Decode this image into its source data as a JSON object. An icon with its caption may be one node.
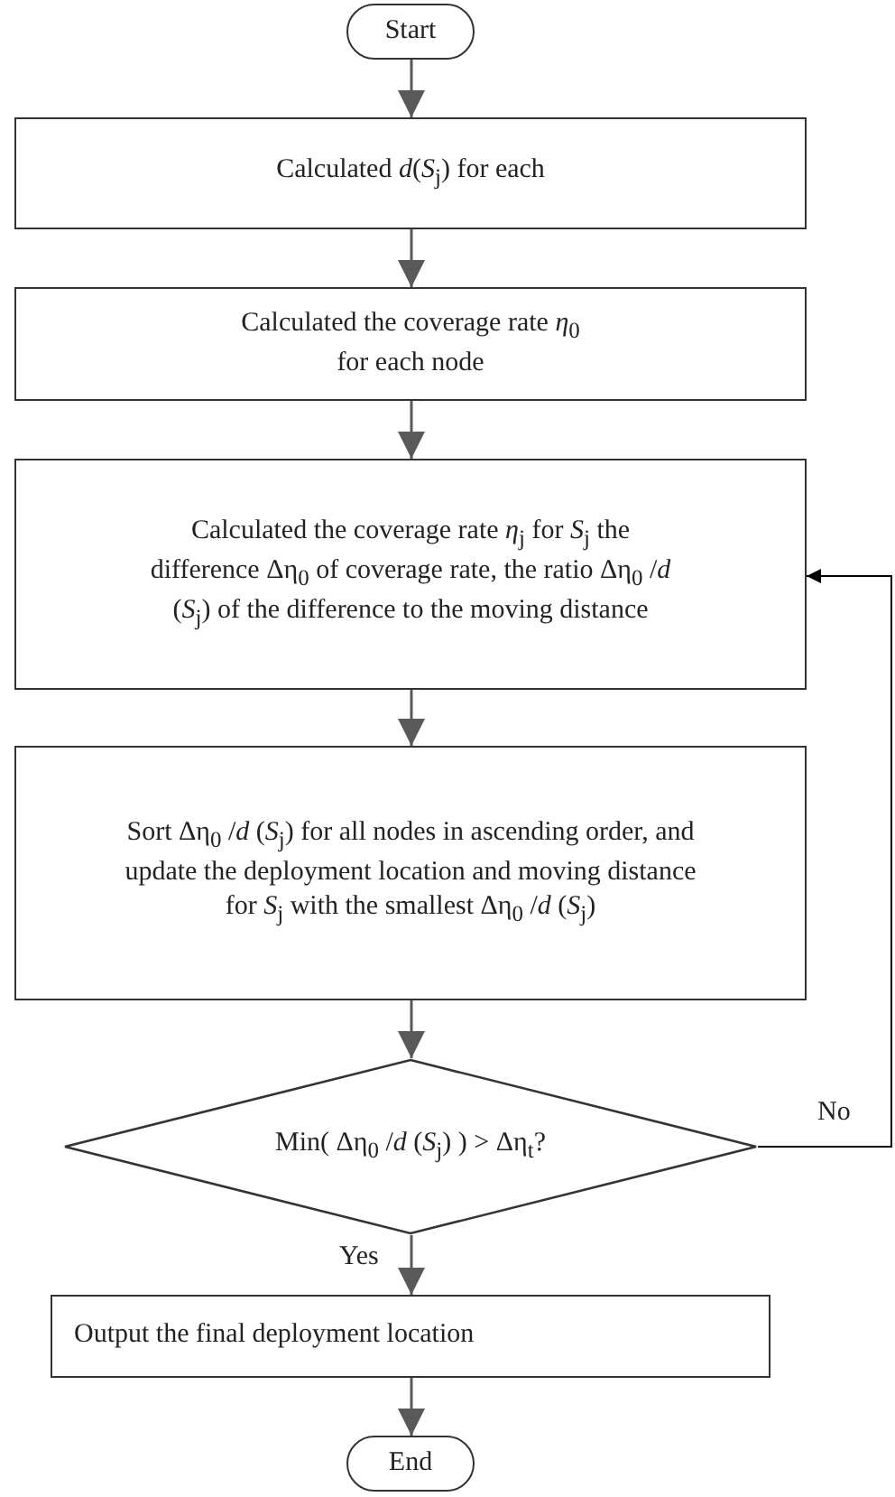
{
  "diagram": {
    "nodes": [
      {
        "text": [
          "Start"
        ]
      },
      {
        "text": [
          "Calculated *d*(*S*$_{j}$) for each"
        ]
      },
      {
        "text": [
          "Calculated the coverage rate *η*$_{0}$ for each node"
        ]
      },
      {
        "text": [
          "Calculated the coverage rate *η*$_{j}$ for *S*$_{j}$ the difference Δη$_{0}$ of coverage rate, the ratio Δη$_{0}$ /*d* (*S*$_{j}$) of the difference to the moving distance"
        ]
      },
      {
        "text": [
          "Sort Δη$_{0}$ /*d* (*S*$_{j}$) for all nodes in ascending order, and update the deployment location and moving distance for *S*$_{j}$ with the smallest Δη$_{0}$ /*d* (*S*$_{j}$)"
        ]
      },
      {
        "text": [
          "Min( Δη$_{0}$ /*d* (*S*$_{j}$) ) > Δη$_{t}$?"
        ]
      },
      {
        "text": [
          "Output the final deployment location"
        ]
      },
      {
        "text": [
          "End"
        ]
      }
    ],
    "edges": [
      {
        "from": 0,
        "to": 1,
        "arrow": "to"
      },
      {
        "from": 1,
        "to": 2,
        "arrow": "to"
      },
      {
        "from": 2,
        "to": 3,
        "arrow": "to"
      },
      {
        "from": 3,
        "to": 4,
        "arrow": "to"
      },
      {
        "from": 4,
        "to": 5,
        "arrow": "to"
      },
      {
        "from": 5,
        "to": 6,
        "arrow": "to",
        "label": "Yes"
      },
      {
        "from": 6,
        "to": 7,
        "arrow": "to"
      },
      {
        "from": 5,
        "to": 3,
        "arrow": "to",
        "label": "No",
        "color": "#000000"
      }
    ]
  }
}
